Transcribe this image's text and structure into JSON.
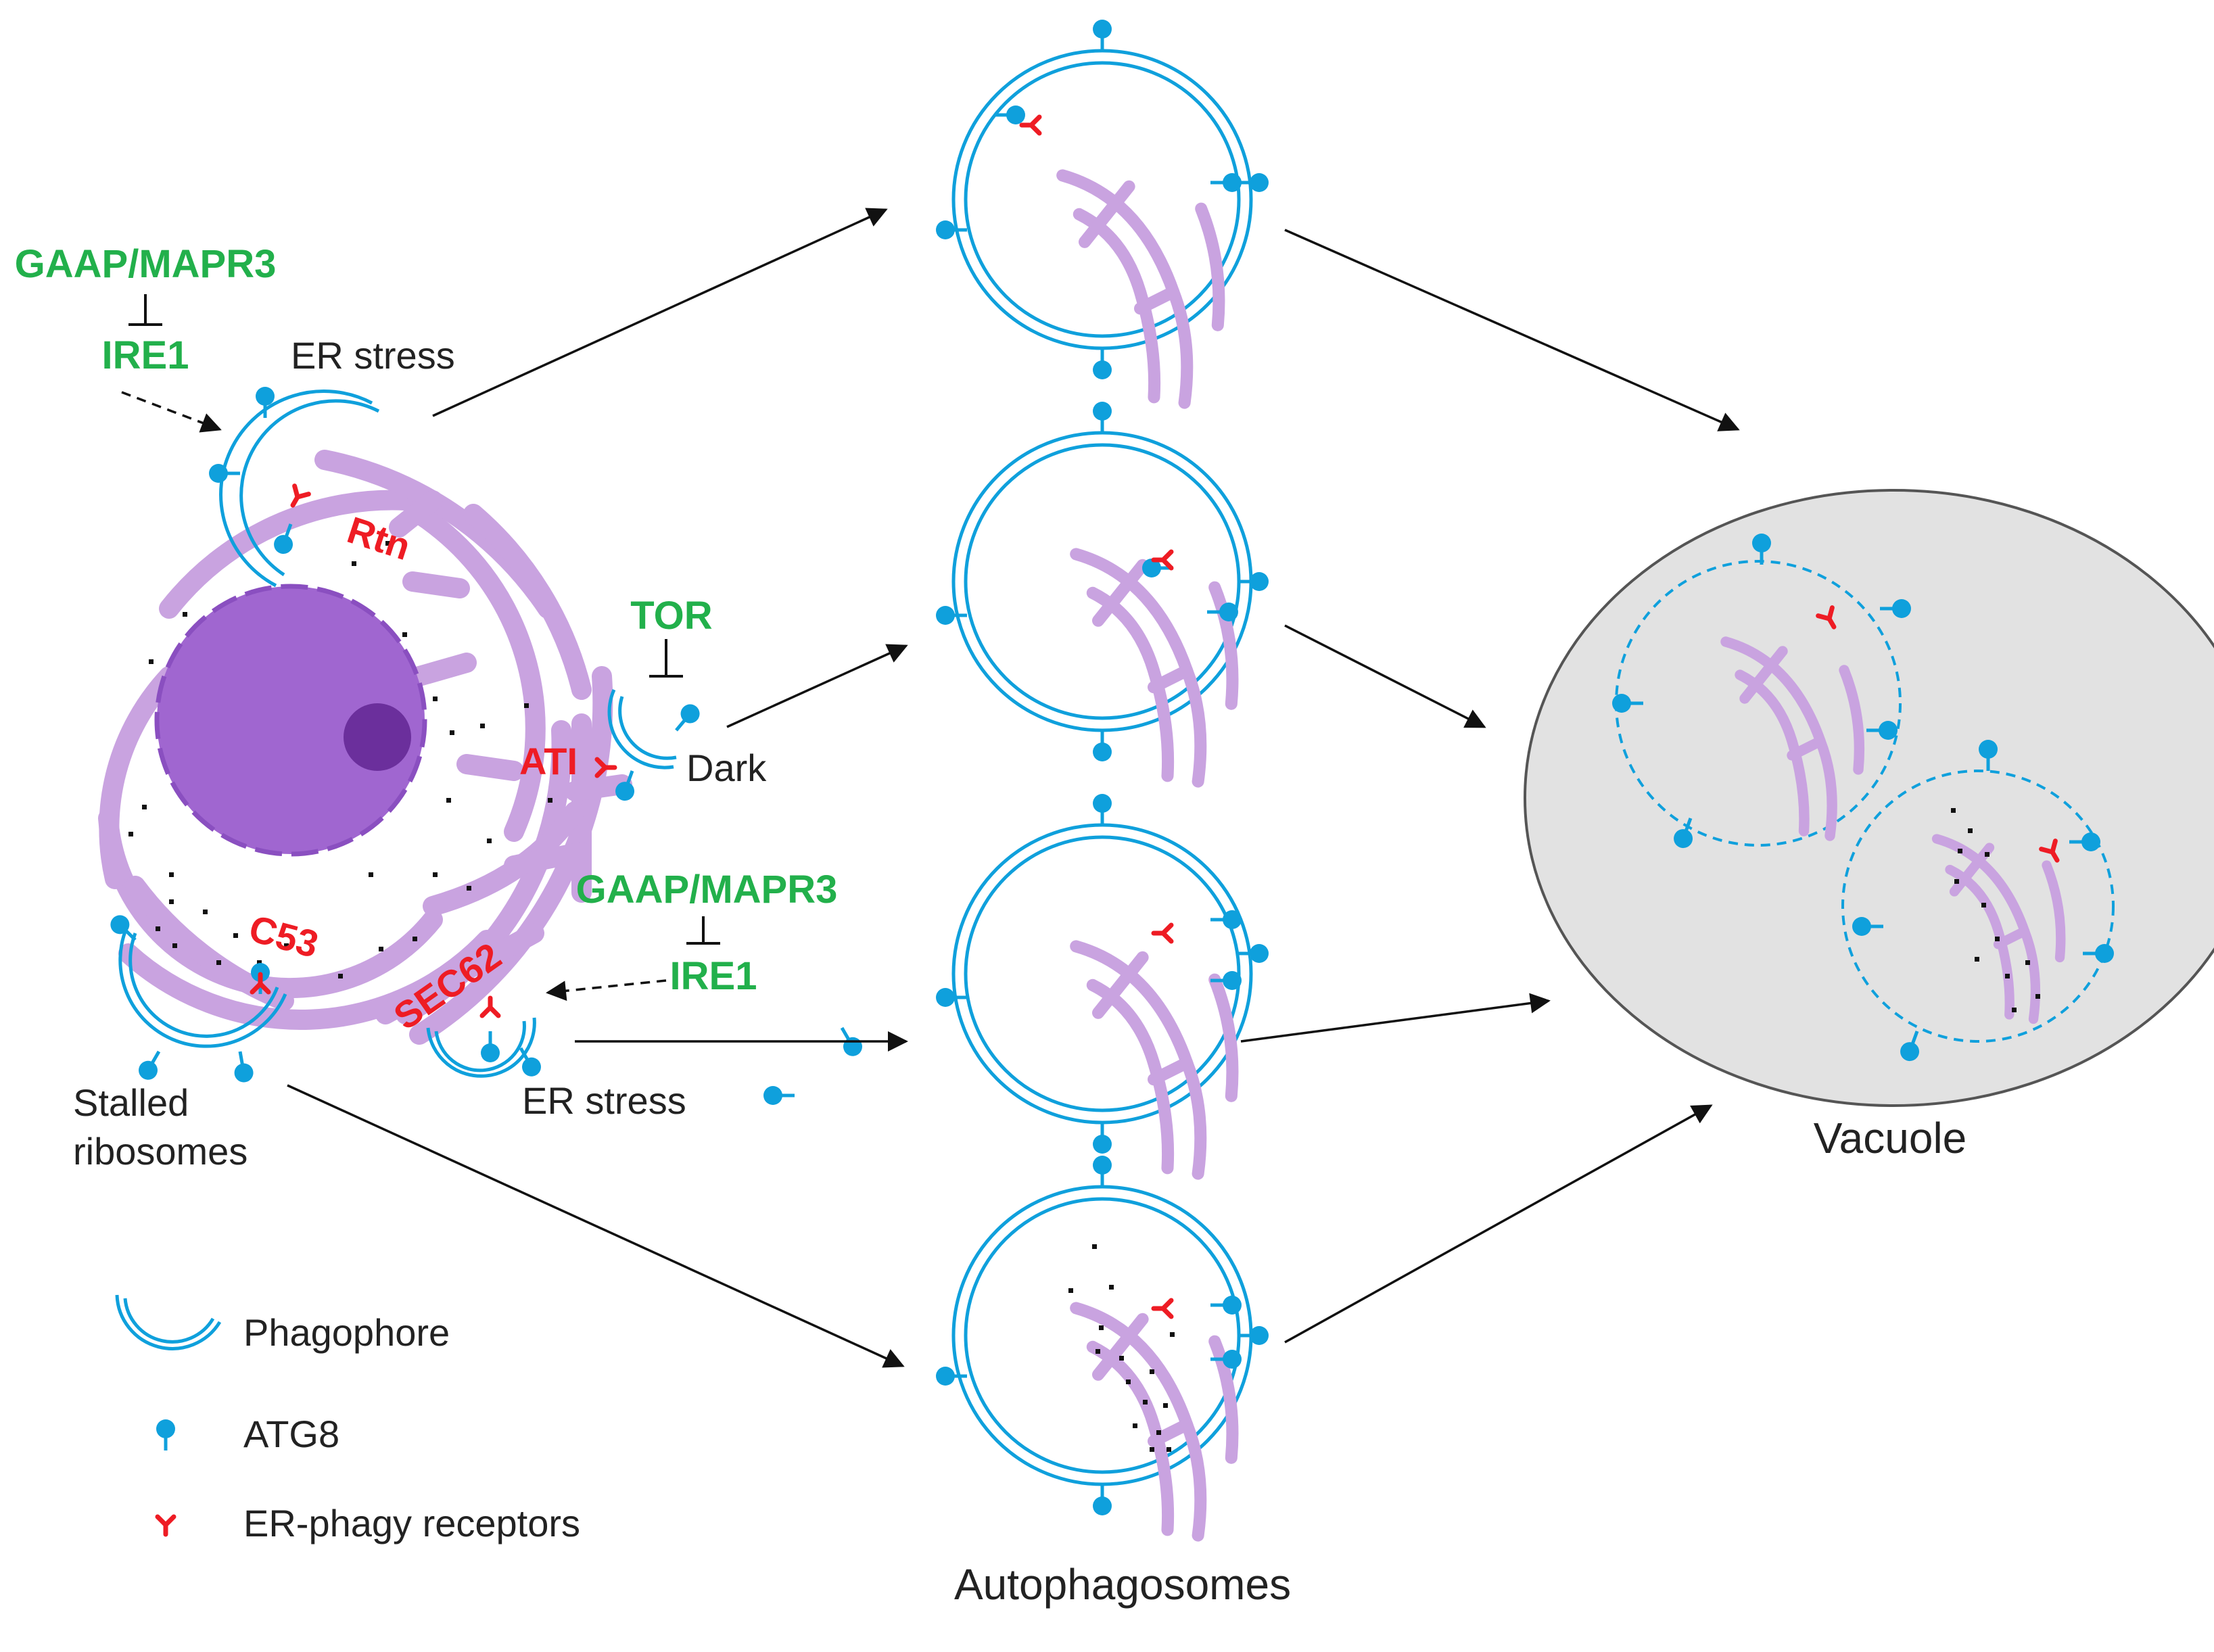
{
  "colors": {
    "er": "#c9a3e0",
    "nucleus": "#a066d0",
    "nucleus_border": "#8a4fc0",
    "nucleolus": "#6b2f9c",
    "atg8": "#0fa0dc",
    "receptor": "#ee1c24",
    "regulator": "#22b04b",
    "vacuole": "#e2e2e2"
  },
  "icons": [
    "phagophore-icon",
    "atg8-icon",
    "er-phagy-receptor-icon"
  ],
  "regulators": {
    "top_gaap": "GAAP/MAPR3",
    "top_ire1": "IRE1",
    "tor": "TOR",
    "mid_gaap": "GAAP/MAPR3",
    "mid_ire1": "IRE1"
  },
  "receptors": {
    "rtn": "Rtn",
    "ati": "ATI",
    "c53": "C53",
    "sec62": "SEC62"
  },
  "conditions": {
    "er_stress_top": "ER stress",
    "dark": "Dark",
    "er_stress_bottom": "ER stress",
    "stalled_line1": "Stalled",
    "stalled_line2": "ribosomes"
  },
  "compartments": {
    "vacuole": "Vacuole",
    "autophagosomes": "Autophagosomes"
  },
  "legend": [
    {
      "icon": "phagophore-icon",
      "label": "Phagophore"
    },
    {
      "icon": "atg8-icon",
      "label": "ATG8"
    },
    {
      "icon": "er-phagy-receptor-icon",
      "label": "ER-phagy receptors"
    }
  ]
}
